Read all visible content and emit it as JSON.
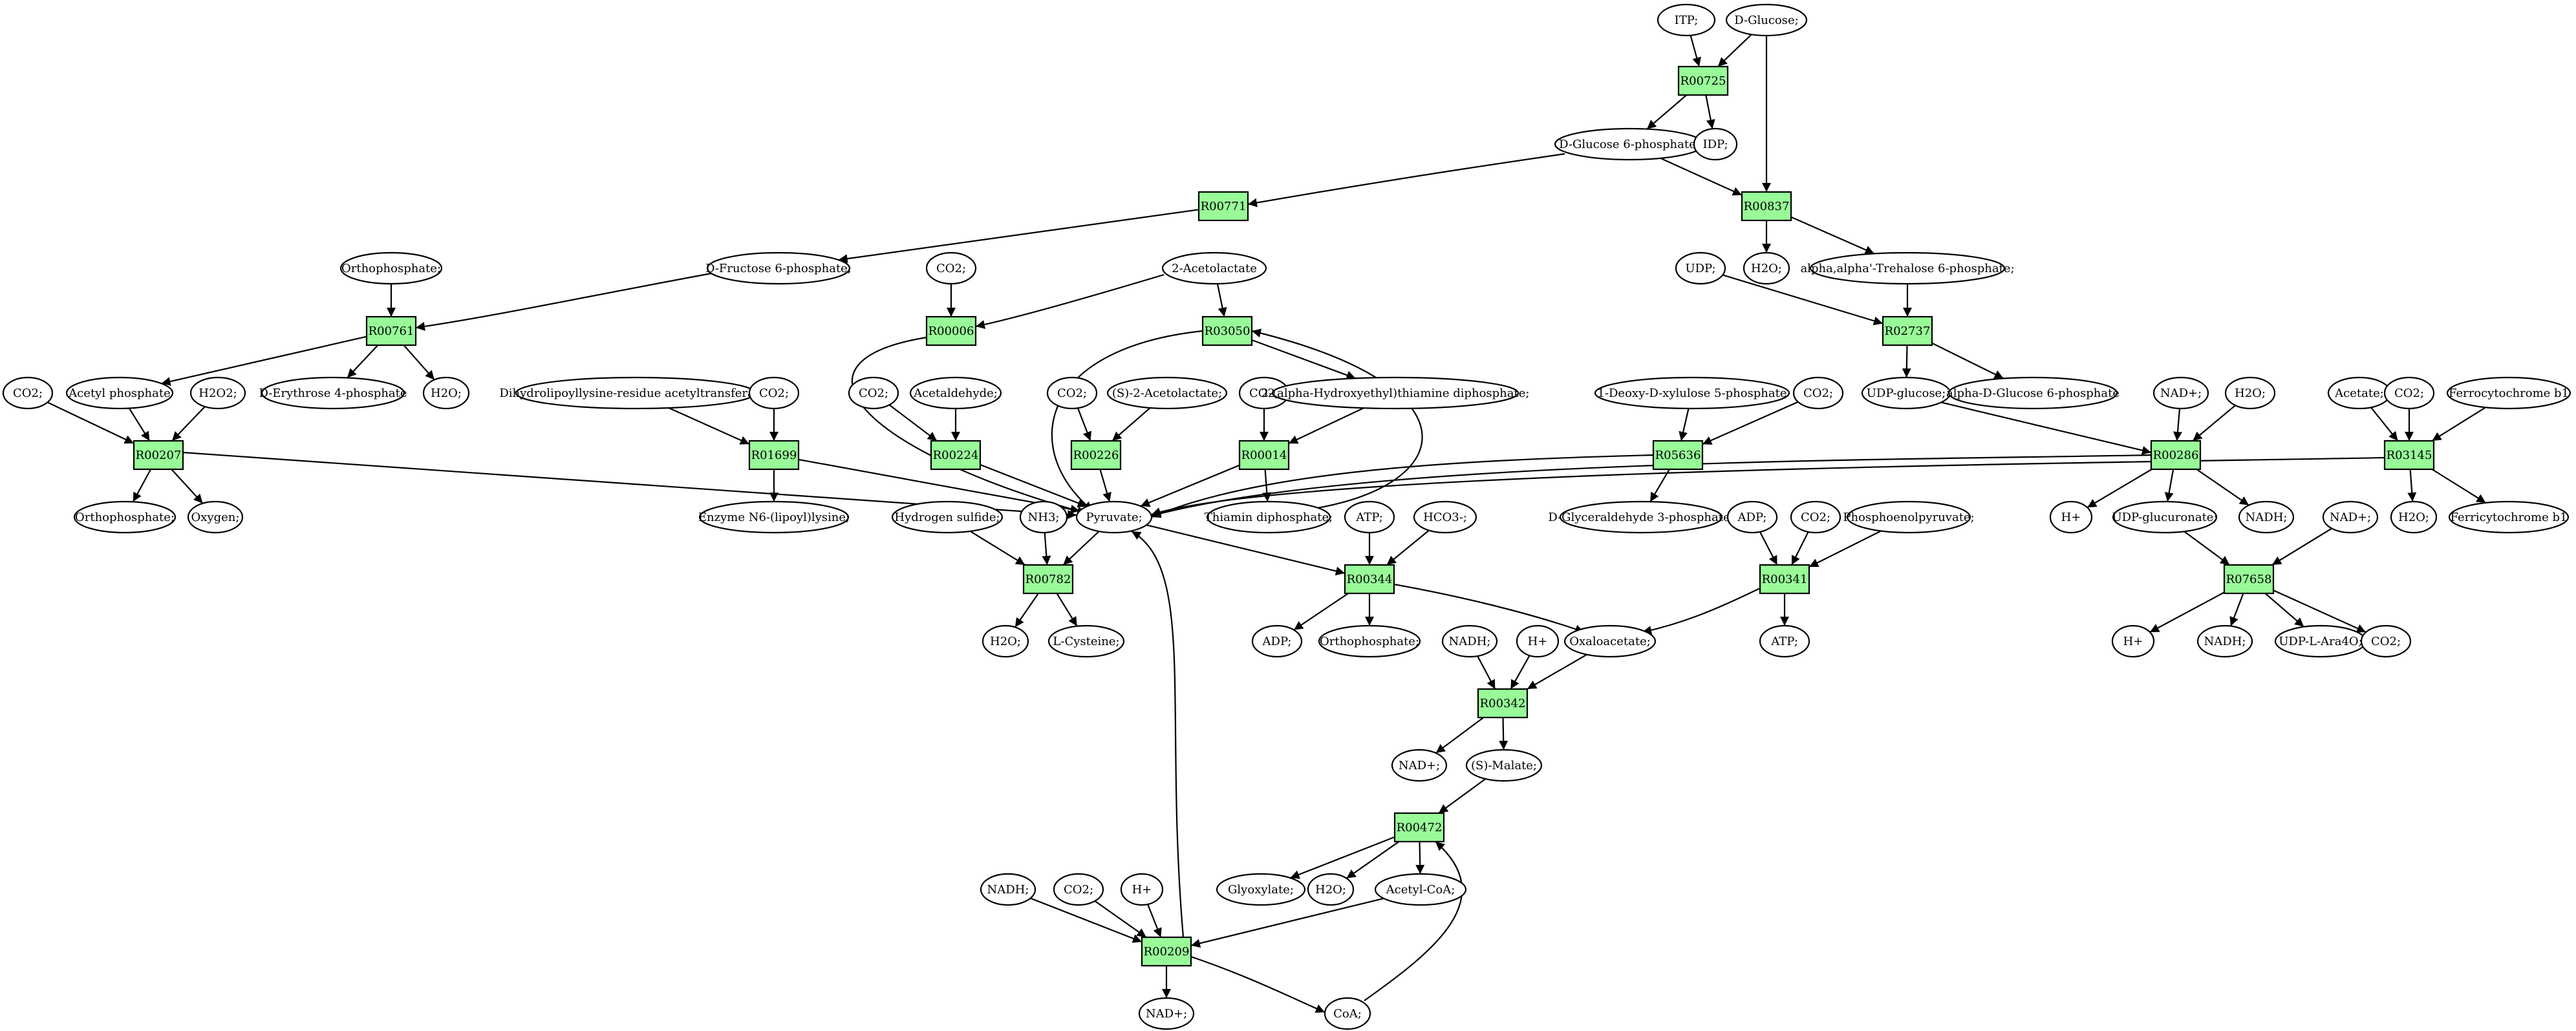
{
  "graph": {
    "colors": {
      "reaction_fill": "#98fb98",
      "metabolite_fill": "#ffffff",
      "start_fill": "#00ff00",
      "target_fill": "#ffff00",
      "stroke": "#000000"
    },
    "nodes": [
      {
        "id": "itp",
        "kind": "metabolite",
        "label": "ITP;"
      },
      {
        "id": "dglucose",
        "kind": "metabolite",
        "label": "D-Glucose;",
        "highlight": "start"
      },
      {
        "id": "R00725",
        "kind": "reaction",
        "label": "R00725"
      },
      {
        "id": "g6p",
        "kind": "metabolite",
        "label": "D-Glucose 6-phosphate;"
      },
      {
        "id": "idp",
        "kind": "metabolite",
        "label": "IDP;"
      },
      {
        "id": "R00771",
        "kind": "reaction",
        "label": "R00771"
      },
      {
        "id": "R00837",
        "kind": "reaction",
        "label": "R00837"
      },
      {
        "id": "f6p",
        "kind": "metabolite",
        "label": "D-Fructose 6-phosphate;"
      },
      {
        "id": "h2o_837",
        "kind": "metabolite",
        "label": "H2O;"
      },
      {
        "id": "treh6p",
        "kind": "metabolite",
        "label": "alpha,alpha'-Trehalose 6-phosphate;"
      },
      {
        "id": "udp_2737",
        "kind": "metabolite",
        "label": "UDP;"
      },
      {
        "id": "R02737",
        "kind": "reaction",
        "label": "R02737"
      },
      {
        "id": "udpglucose",
        "kind": "metabolite",
        "label": "UDP-glucose;"
      },
      {
        "id": "adg6p",
        "kind": "metabolite",
        "label": "alpha-D-Glucose 6-phosphate"
      },
      {
        "id": "orthophos_761",
        "kind": "metabolite",
        "label": "Orthophosphate;"
      },
      {
        "id": "R00761",
        "kind": "reaction",
        "label": "R00761"
      },
      {
        "id": "acetylphos",
        "kind": "metabolite",
        "label": "Acetyl phosphate"
      },
      {
        "id": "e4p",
        "kind": "metabolite",
        "label": "D-Erythrose 4-phosphate"
      },
      {
        "id": "h2o_761",
        "kind": "metabolite",
        "label": "H2O;"
      },
      {
        "id": "co2_207",
        "kind": "metabolite",
        "label": "CO2;"
      },
      {
        "id": "h2o2",
        "kind": "metabolite",
        "label": "H2O2;"
      },
      {
        "id": "R00207",
        "kind": "reaction",
        "label": "R00207"
      },
      {
        "id": "orthophos_207",
        "kind": "metabolite",
        "label": "Orthophosphate;"
      },
      {
        "id": "oxygen",
        "kind": "metabolite",
        "label": "Oxygen;"
      },
      {
        "id": "co2_006",
        "kind": "metabolite",
        "label": "CO2;"
      },
      {
        "id": "acetolactate",
        "kind": "metabolite",
        "label": "2-Acetolactate"
      },
      {
        "id": "R00006",
        "kind": "reaction",
        "label": "R00006"
      },
      {
        "id": "R03050",
        "kind": "reaction",
        "label": "R03050"
      },
      {
        "id": "dihydro",
        "kind": "metabolite",
        "label": "Dihydrolipoyllysine-residue acetyltransferase]"
      },
      {
        "id": "co2_1699",
        "kind": "metabolite",
        "label": "CO2;"
      },
      {
        "id": "R01699",
        "kind": "reaction",
        "label": "R01699"
      },
      {
        "id": "lipoyl",
        "kind": "metabolite",
        "label": "Enzyme N6-(lipoyl)lysine;"
      },
      {
        "id": "co2_224",
        "kind": "metabolite",
        "label": "CO2;"
      },
      {
        "id": "acetaldehyde",
        "kind": "metabolite",
        "label": "Acetaldehyde;"
      },
      {
        "id": "R00224",
        "kind": "reaction",
        "label": "R00224"
      },
      {
        "id": "co2_226",
        "kind": "metabolite",
        "label": "CO2;"
      },
      {
        "id": "s2acetolactate",
        "kind": "metabolite",
        "label": "(S)-2-Acetolactate;"
      },
      {
        "id": "R00226",
        "kind": "reaction",
        "label": "R00226"
      },
      {
        "id": "co2_014",
        "kind": "metabolite",
        "label": "CO2;"
      },
      {
        "id": "hethdp",
        "kind": "metabolite",
        "label": "2-(alpha-Hydroxyethyl)thiamine diphosphate;"
      },
      {
        "id": "R00014",
        "kind": "reaction",
        "label": "R00014"
      },
      {
        "id": "thdp",
        "kind": "metabolite",
        "label": "Thiamin diphosphate;"
      },
      {
        "id": "pyruvate",
        "kind": "metabolite",
        "label": "Pyruvate;"
      },
      {
        "id": "h2s",
        "kind": "metabolite",
        "label": "Hydrogen sulfide;"
      },
      {
        "id": "nh3",
        "kind": "metabolite",
        "label": "NH3;"
      },
      {
        "id": "R00782",
        "kind": "reaction",
        "label": "R00782"
      },
      {
        "id": "h2o_782",
        "kind": "metabolite",
        "label": "H2O;"
      },
      {
        "id": "lcys",
        "kind": "metabolite",
        "label": "L-Cysteine;",
        "highlight": "target"
      },
      {
        "id": "atp_344",
        "kind": "metabolite",
        "label": "ATP;"
      },
      {
        "id": "hco3",
        "kind": "metabolite",
        "label": "HCO3-;"
      },
      {
        "id": "R00344",
        "kind": "reaction",
        "label": "R00344"
      },
      {
        "id": "adp_344",
        "kind": "metabolite",
        "label": "ADP;"
      },
      {
        "id": "orthophos_344",
        "kind": "metabolite",
        "label": "Orthophosphate;"
      },
      {
        "id": "dxp",
        "kind": "metabolite",
        "label": "1-Deoxy-D-xylulose 5-phosphate"
      },
      {
        "id": "co2_5636",
        "kind": "metabolite",
        "label": "CO2;"
      },
      {
        "id": "R05636",
        "kind": "reaction",
        "label": "R05636"
      },
      {
        "id": "g3p",
        "kind": "metabolite",
        "label": "D-Glyceraldehyde 3-phosphate;"
      },
      {
        "id": "adp_341",
        "kind": "metabolite",
        "label": "ADP;"
      },
      {
        "id": "co2_341",
        "kind": "metabolite",
        "label": "CO2;"
      },
      {
        "id": "pep",
        "kind": "metabolite",
        "label": "Phosphoenolpyruvate;"
      },
      {
        "id": "R00341",
        "kind": "reaction",
        "label": "R00341"
      },
      {
        "id": "atp_341",
        "kind": "metabolite",
        "label": "ATP;"
      },
      {
        "id": "oxaloacetate",
        "kind": "metabolite",
        "label": "Oxaloacetate;"
      },
      {
        "id": "nadh_342",
        "kind": "metabolite",
        "label": "NADH;"
      },
      {
        "id": "hplus_342",
        "kind": "metabolite",
        "label": "H+"
      },
      {
        "id": "R00342",
        "kind": "reaction",
        "label": "R00342"
      },
      {
        "id": "nadp_342",
        "kind": "metabolite",
        "label": "NAD+;"
      },
      {
        "id": "smalate",
        "kind": "metabolite",
        "label": "(S)-Malate;"
      },
      {
        "id": "R00472",
        "kind": "reaction",
        "label": "R00472"
      },
      {
        "id": "glyoxylate",
        "kind": "metabolite",
        "label": "Glyoxylate;"
      },
      {
        "id": "h2o_472",
        "kind": "metabolite",
        "label": "H2O;"
      },
      {
        "id": "acetylcoa",
        "kind": "metabolite",
        "label": "Acetyl-CoA;"
      },
      {
        "id": "nadh_209",
        "kind": "metabolite",
        "label": "NADH;"
      },
      {
        "id": "co2_209",
        "kind": "metabolite",
        "label": "CO2;"
      },
      {
        "id": "hplus_209",
        "kind": "metabolite",
        "label": "H+"
      },
      {
        "id": "R00209",
        "kind": "reaction",
        "label": "R00209"
      },
      {
        "id": "nadp_209",
        "kind": "metabolite",
        "label": "NAD+;"
      },
      {
        "id": "coa",
        "kind": "metabolite",
        "label": "CoA;"
      },
      {
        "id": "nadp_286",
        "kind": "metabolite",
        "label": "NAD+;"
      },
      {
        "id": "h2o_286in",
        "kind": "metabolite",
        "label": "H2O;"
      },
      {
        "id": "R00286",
        "kind": "reaction",
        "label": "R00286"
      },
      {
        "id": "hplus_286",
        "kind": "metabolite",
        "label": "H+"
      },
      {
        "id": "udpglucuronate",
        "kind": "metabolite",
        "label": "UDP-glucuronate;"
      },
      {
        "id": "nadh_286",
        "kind": "metabolite",
        "label": "NADH;"
      },
      {
        "id": "nadp_7658",
        "kind": "metabolite",
        "label": "NAD+;"
      },
      {
        "id": "R07658",
        "kind": "reaction",
        "label": "R07658"
      },
      {
        "id": "hplus_7658",
        "kind": "metabolite",
        "label": "H+"
      },
      {
        "id": "nadh_7658",
        "kind": "metabolite",
        "label": "NADH;"
      },
      {
        "id": "udpara4o",
        "kind": "metabolite",
        "label": "UDP-L-Ara4O;"
      },
      {
        "id": "co2_7658",
        "kind": "metabolite",
        "label": "CO2;"
      },
      {
        "id": "acetate",
        "kind": "metabolite",
        "label": "Acetate;"
      },
      {
        "id": "co2_3145",
        "kind": "metabolite",
        "label": "CO2;"
      },
      {
        "id": "ferrocyt",
        "kind": "metabolite",
        "label": "Ferrocytochrome b1"
      },
      {
        "id": "R03145",
        "kind": "reaction",
        "label": "R03145"
      },
      {
        "id": "h2o_3145",
        "kind": "metabolite",
        "label": "H2O;"
      },
      {
        "id": "ferricyt",
        "kind": "metabolite",
        "label": "Ferricytochrome b1"
      }
    ],
    "edges": [
      [
        "itp",
        "R00725"
      ],
      [
        "dglucose",
        "R00725"
      ],
      [
        "dglucose",
        "R00837"
      ],
      [
        "R00725",
        "g6p"
      ],
      [
        "R00725",
        "idp"
      ],
      [
        "g6p",
        "R00771"
      ],
      [
        "g6p",
        "R00837"
      ],
      [
        "R00771",
        "f6p"
      ],
      [
        "R00837",
        "h2o_837"
      ],
      [
        "R00837",
        "treh6p"
      ],
      [
        "treh6p",
        "R02737"
      ],
      [
        "udp_2737",
        "R02737"
      ],
      [
        "R02737",
        "udpglucose"
      ],
      [
        "R02737",
        "adg6p"
      ],
      [
        "f6p",
        "R00761"
      ],
      [
        "orthophos_761",
        "R00761"
      ],
      [
        "R00761",
        "acetylphos"
      ],
      [
        "R00761",
        "e4p"
      ],
      [
        "R00761",
        "h2o_761"
      ],
      [
        "co2_207",
        "R00207"
      ],
      [
        "acetylphos",
        "R00207"
      ],
      [
        "h2o2",
        "R00207"
      ],
      [
        "R00207",
        "orthophos_207"
      ],
      [
        "R00207",
        "oxygen"
      ],
      [
        "R00207",
        "pyruvate"
      ],
      [
        "co2_006",
        "R00006"
      ],
      [
        "acetolactate",
        "R00006"
      ],
      [
        "acetolactate",
        "R03050"
      ],
      [
        "R00006",
        "pyruvate"
      ],
      [
        "R03050",
        "hethdp"
      ],
      [
        "R03050",
        "pyruvate"
      ],
      [
        "thdp",
        "R03050"
      ],
      [
        "dihydro",
        "R01699"
      ],
      [
        "co2_1699",
        "R01699"
      ],
      [
        "R01699",
        "lipoyl"
      ],
      [
        "R01699",
        "pyruvate"
      ],
      [
        "co2_224",
        "R00224"
      ],
      [
        "acetaldehyde",
        "R00224"
      ],
      [
        "R00224",
        "pyruvate"
      ],
      [
        "co2_226",
        "R00226"
      ],
      [
        "s2acetolactate",
        "R00226"
      ],
      [
        "R00226",
        "pyruvate"
      ],
      [
        "co2_014",
        "R00014"
      ],
      [
        "hethdp",
        "R00014"
      ],
      [
        "R00014",
        "pyruvate"
      ],
      [
        "R00014",
        "thdp"
      ],
      [
        "R05636",
        "pyruvate"
      ],
      [
        "R00286",
        "pyruvate"
      ],
      [
        "R03145",
        "pyruvate"
      ],
      [
        "h2s",
        "R00782"
      ],
      [
        "nh3",
        "R00782"
      ],
      [
        "pyruvate",
        "R00782"
      ],
      [
        "R00782",
        "h2o_782"
      ],
      [
        "R00782",
        "lcys"
      ],
      [
        "pyruvate",
        "R00344"
      ],
      [
        "atp_344",
        "R00344"
      ],
      [
        "hco3",
        "R00344"
      ],
      [
        "R00344",
        "adp_344"
      ],
      [
        "R00344",
        "orthophos_344"
      ],
      [
        "R00344",
        "oxaloacetate"
      ],
      [
        "dxp",
        "R05636"
      ],
      [
        "co2_5636",
        "R05636"
      ],
      [
        "R05636",
        "g3p"
      ],
      [
        "adp_341",
        "R00341"
      ],
      [
        "co2_341",
        "R00341"
      ],
      [
        "pep",
        "R00341"
      ],
      [
        "R00341",
        "atp_341"
      ],
      [
        "R00341",
        "oxaloacetate"
      ],
      [
        "nadh_342",
        "R00342"
      ],
      [
        "hplus_342",
        "R00342"
      ],
      [
        "oxaloacetate",
        "R00342"
      ],
      [
        "R00342",
        "nadp_342"
      ],
      [
        "R00342",
        "smalate"
      ],
      [
        "smalate",
        "R00472"
      ],
      [
        "coa",
        "R00472"
      ],
      [
        "R00472",
        "glyoxylate"
      ],
      [
        "R00472",
        "h2o_472"
      ],
      [
        "R00472",
        "acetylcoa"
      ],
      [
        "nadh_209",
        "R00209"
      ],
      [
        "co2_209",
        "R00209"
      ],
      [
        "hplus_209",
        "R00209"
      ],
      [
        "acetylcoa",
        "R00209"
      ],
      [
        "R00209",
        "nadp_209"
      ],
      [
        "R00209",
        "coa"
      ],
      [
        "R00209",
        "pyruvate"
      ],
      [
        "nadp_286",
        "R00286"
      ],
      [
        "h2o_286in",
        "R00286"
      ],
      [
        "udpglucose",
        "R00286"
      ],
      [
        "R00286",
        "hplus_286"
      ],
      [
        "R00286",
        "udpglucuronate"
      ],
      [
        "R00286",
        "nadh_286"
      ],
      [
        "udpglucuronate",
        "R07658"
      ],
      [
        "nadp_7658",
        "R07658"
      ],
      [
        "R07658",
        "hplus_7658"
      ],
      [
        "R07658",
        "nadh_7658"
      ],
      [
        "R07658",
        "udpara4o"
      ],
      [
        "R07658",
        "co2_7658"
      ],
      [
        "acetate",
        "R03145"
      ],
      [
        "co2_3145",
        "R03145"
      ],
      [
        "ferrocyt",
        "R03145"
      ],
      [
        "R03145",
        "h2o_3145"
      ],
      [
        "R03145",
        "ferricyt"
      ]
    ]
  }
}
